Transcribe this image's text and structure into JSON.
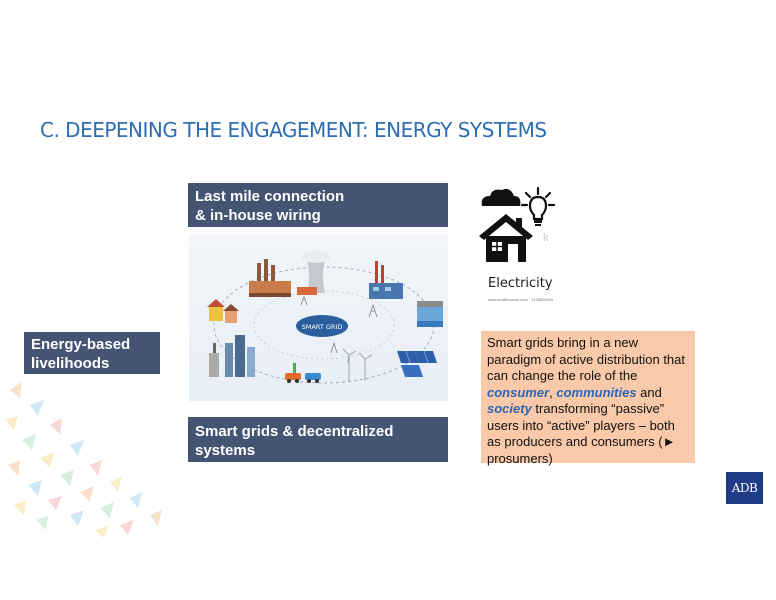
{
  "slide": {
    "title": "C.  DEEPENING THE ENGAGEMENT: ENERGY SYSTEMS"
  },
  "boxes": {
    "last_mile": [
      "Last mile connection",
      "& in-house wiring"
    ],
    "smart_grids": [
      "Smart grids & decentralized",
      "systems"
    ],
    "livelihoods": [
      "Energy-based",
      "livelihoods"
    ]
  },
  "diagram": {
    "center_label": "SMART GRID",
    "nodes": [
      "Factories",
      "Nuclear Power Plant",
      "Thermal Power Plant",
      "Hydraulic Power generation",
      "Houses",
      "Cities and Offices",
      "Electric Vehicles",
      "Wind Power Plant",
      "Solar Power",
      "Transmission Network",
      "Distribution Network"
    ]
  },
  "electricity": {
    "label": "Electricity",
    "source": "www.shutterstock.com · 1138025516",
    "watermark": "k"
  },
  "smart_grid_text": {
    "part1": "Smart grids bring in a new paradigm of active distribution that can change the role of the ",
    "consumer": "consumer",
    "comma": ", ",
    "communities": "communities",
    "and": " and ",
    "society": "society",
    "part2": " transforming “passive” users into “active” players – both as producers and consumers  (► prosumers)"
  },
  "logo": {
    "text": "ADB"
  },
  "colors": {
    "title": "#2e6db4",
    "navy": "#445472",
    "salmon": "#fac9a9",
    "highlight": "#2a67b7",
    "adb": "#203c86"
  }
}
